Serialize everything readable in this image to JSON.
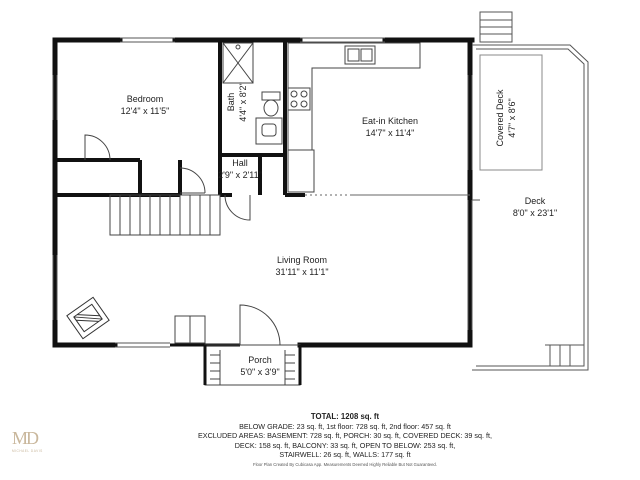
{
  "rooms": {
    "bedroom": {
      "name": "Bedroom",
      "dims": "12'4\" x 11'5\""
    },
    "bath": {
      "name": "Bath",
      "dims": "4'4\" x 8'2\""
    },
    "hall": {
      "name": "Hall",
      "dims": "2'9\" x 2'11\""
    },
    "kitchen": {
      "name": "Eat-in Kitchen",
      "dims": "14'7\" x 11'4\""
    },
    "covered_deck": {
      "name": "Covered Deck",
      "dims": "4'7\" x 8'6\""
    },
    "deck": {
      "name": "Deck",
      "dims": "8'0\" x 23'1\""
    },
    "living": {
      "name": "Living Room",
      "dims": "31'11\" x 11'1\""
    },
    "porch": {
      "name": "Porch",
      "dims": "5'0\" x 3'9\""
    }
  },
  "summary": {
    "total": "TOTAL: 1208 sq. ft",
    "lines": [
      "BELOW GRADE: 23 sq. ft, 1st floor: 728 sq. ft, 2nd floor: 457 sq. ft",
      "EXCLUDED AREAS: BASEMENT: 728 sq. ft, PORCH: 30 sq. ft, COVERED DECK: 39 sq. ft,",
      "DECK: 158 sq. ft, BALCONY: 33 sq. ft, OPEN TO BELOW: 253 sq. ft,",
      "STAIRWELL: 26 sq. ft, WALLS: 177 sq. ft"
    ],
    "disclaimer": "Floor Plan Created By Cubicasa App. Measurements Deemed Highly Reliable But Not Guaranteed."
  },
  "logo": {
    "mark": "MD",
    "sub": "MICHAEL DAVIS"
  },
  "colors": {
    "wall": "#111111",
    "line": "#555555",
    "logo": "#c9b79c"
  }
}
